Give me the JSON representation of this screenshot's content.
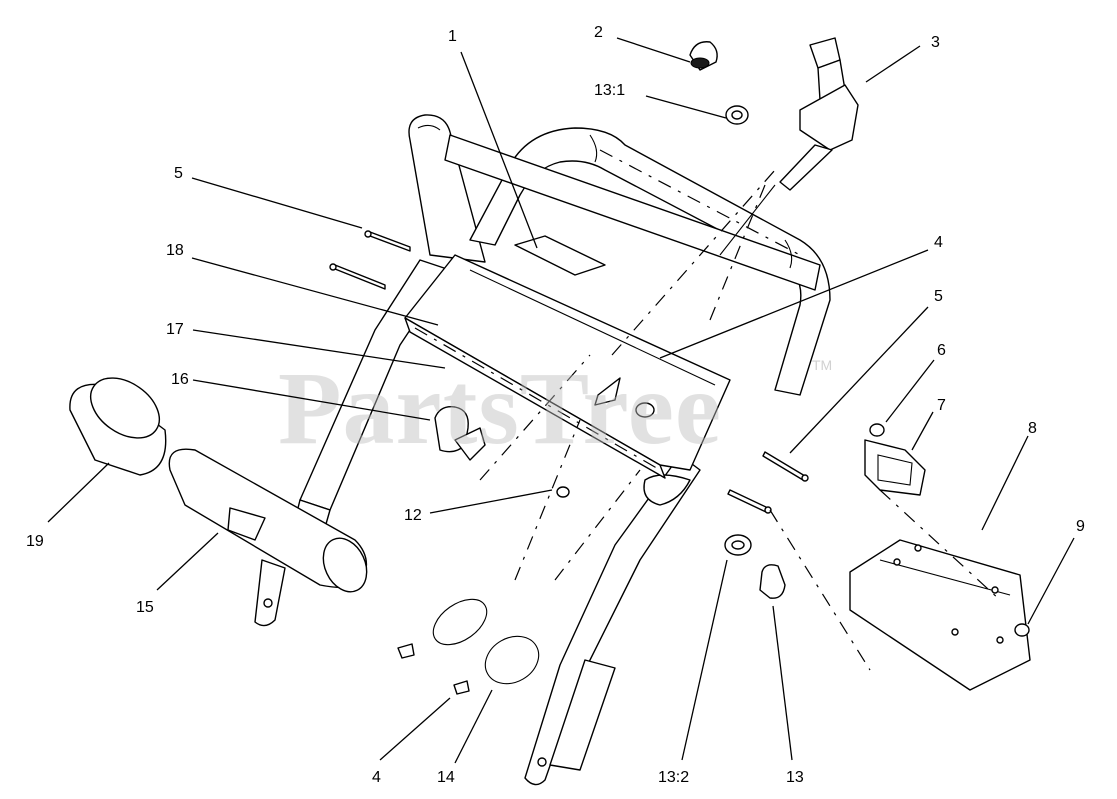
{
  "watermark": {
    "brand": "PartsTree",
    "trademark": "TM"
  },
  "callouts": [
    {
      "id": "c1",
      "label": "1"
    },
    {
      "id": "c2",
      "label": "2"
    },
    {
      "id": "c3",
      "label": "3"
    },
    {
      "id": "c4a",
      "label": "4"
    },
    {
      "id": "c4b",
      "label": "4"
    },
    {
      "id": "c5a",
      "label": "5"
    },
    {
      "id": "c5b",
      "label": "5"
    },
    {
      "id": "c6",
      "label": "6"
    },
    {
      "id": "c7",
      "label": "7"
    },
    {
      "id": "c8",
      "label": "8"
    },
    {
      "id": "c9",
      "label": "9"
    },
    {
      "id": "c12",
      "label": "12"
    },
    {
      "id": "c13",
      "label": "13"
    },
    {
      "id": "c13_1",
      "label": "13:1"
    },
    {
      "id": "c13_2",
      "label": "13:2"
    },
    {
      "id": "c14",
      "label": "14"
    },
    {
      "id": "c15",
      "label": "15"
    },
    {
      "id": "c16",
      "label": "16"
    },
    {
      "id": "c17",
      "label": "17"
    },
    {
      "id": "c18",
      "label": "18"
    },
    {
      "id": "c19",
      "label": "19"
    }
  ]
}
